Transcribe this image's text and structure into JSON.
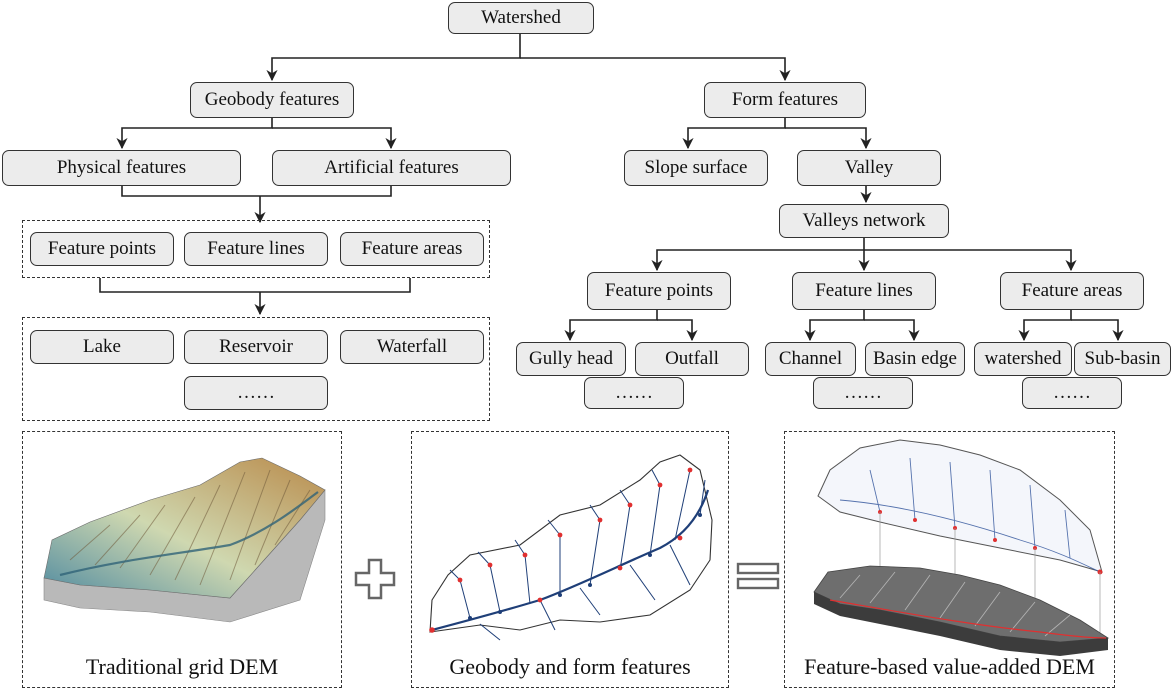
{
  "hierarchy": {
    "root": "Watershed",
    "geobody": {
      "title": "Geobody features",
      "physical": "Physical features",
      "artificial": "Artificial features",
      "elements": {
        "points": "Feature points",
        "lines": "Feature lines",
        "areas": "Feature areas"
      },
      "examples": {
        "lake": "Lake",
        "reservoir": "Reservoir",
        "waterfall": "Waterfall",
        "more": "……"
      }
    },
    "form": {
      "title": "Form features",
      "slope": "Slope surface",
      "valley": "Valley",
      "network": "Valleys network",
      "points": {
        "label": "Feature points",
        "a": "Gully head",
        "b": "Outfall",
        "more": "……"
      },
      "lines": {
        "label": "Feature lines",
        "a": "Channel",
        "b": "Basin edge",
        "more": "……"
      },
      "areas": {
        "label": "Feature areas",
        "a": "watershed",
        "b": "Sub-basin",
        "more": "……"
      }
    }
  },
  "panels": {
    "left": "Traditional grid DEM",
    "middle": "Geobody and form features",
    "right": "Feature-based value-added DEM"
  },
  "colors": {
    "box_fill": "#ececec",
    "stroke": "#333333",
    "network_line": "#1f3f78",
    "feature_dot": "#e03030",
    "terrain_light": "#d8c28a",
    "terrain_dark": "#3a6e8a"
  }
}
